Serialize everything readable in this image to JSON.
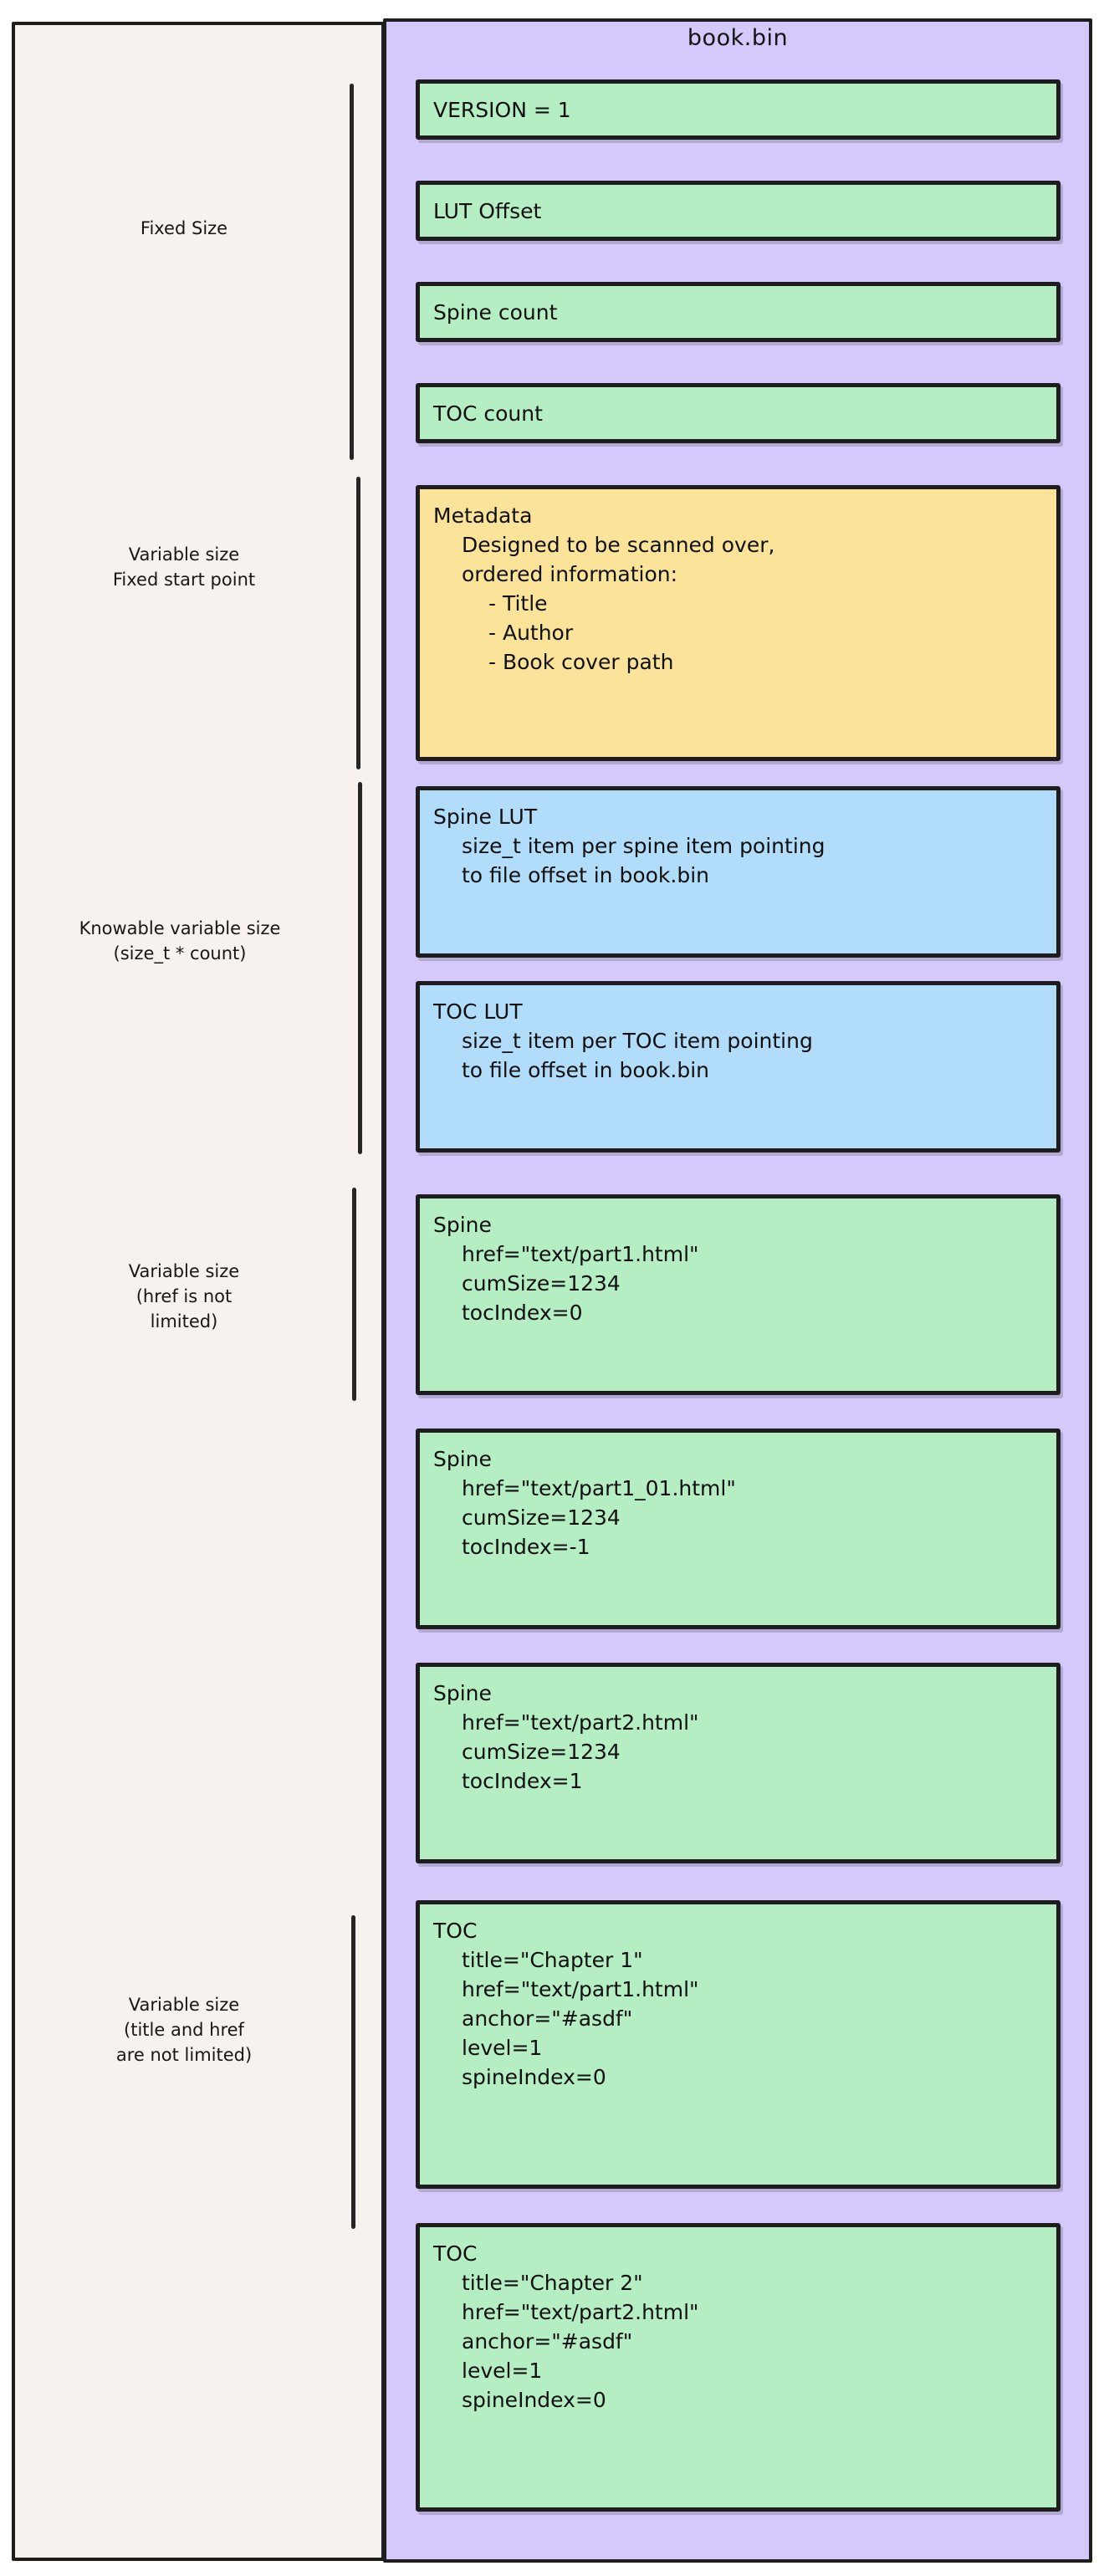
{
  "diagram": {
    "file_title": "book.bin",
    "colors": {
      "left_panel_bg": "#f7f2ed",
      "right_panel_bg": "#d5c8fb",
      "green_block": "#b6eec4",
      "yellow_block": "#fbe39a",
      "blue_block": "#b2ddfa",
      "stroke": "#1d1d1d"
    }
  },
  "sections": [
    {
      "label": "Fixed Size"
    },
    {
      "label": "Variable size\nFixed start point"
    },
    {
      "label": "Knowable variable size\n(size_t * count)"
    },
    {
      "label": "Variable size\n(href is not\nlimited)"
    },
    {
      "label": "Variable size\n(title and href\nare not limited)"
    }
  ],
  "blocks": [
    {
      "id": "version",
      "color": "green",
      "lines": [
        {
          "text": "VERSION = 1",
          "indent": 0
        }
      ]
    },
    {
      "id": "lut-offset",
      "color": "green",
      "lines": [
        {
          "text": "LUT Offset",
          "indent": 0
        }
      ]
    },
    {
      "id": "spine-count",
      "color": "green",
      "lines": [
        {
          "text": "Spine count",
          "indent": 0
        }
      ]
    },
    {
      "id": "toc-count",
      "color": "green",
      "lines": [
        {
          "text": "TOC count",
          "indent": 0
        }
      ]
    },
    {
      "id": "metadata",
      "color": "yellow",
      "lines": [
        {
          "text": "Metadata",
          "indent": 0
        },
        {
          "text": "Designed to be scanned over,",
          "indent": 1
        },
        {
          "text": "ordered information:",
          "indent": 1
        },
        {
          "text": "- Title",
          "indent": 2
        },
        {
          "text": "- Author",
          "indent": 2
        },
        {
          "text": "- Book cover path",
          "indent": 2
        }
      ]
    },
    {
      "id": "spine-lut",
      "color": "blue",
      "lines": [
        {
          "text": "Spine LUT",
          "indent": 0
        },
        {
          "text": "size_t item per spine item pointing",
          "indent": 1
        },
        {
          "text": "to file offset in book.bin",
          "indent": 1
        }
      ]
    },
    {
      "id": "toc-lut",
      "color": "blue",
      "lines": [
        {
          "text": "TOC LUT",
          "indent": 0
        },
        {
          "text": "size_t item per TOC item pointing",
          "indent": 1
        },
        {
          "text": "to file offset in book.bin",
          "indent": 1
        }
      ]
    },
    {
      "id": "spine-1",
      "color": "green",
      "lines": [
        {
          "text": "Spine",
          "indent": 0
        },
        {
          "text": "href=\"text/part1.html\"",
          "indent": 1
        },
        {
          "text": "cumSize=1234",
          "indent": 1
        },
        {
          "text": "tocIndex=0",
          "indent": 1
        }
      ]
    },
    {
      "id": "spine-2",
      "color": "green",
      "lines": [
        {
          "text": "Spine",
          "indent": 0
        },
        {
          "text": "href=\"text/part1_01.html\"",
          "indent": 1
        },
        {
          "text": "cumSize=1234",
          "indent": 1
        },
        {
          "text": "tocIndex=-1",
          "indent": 1
        }
      ]
    },
    {
      "id": "spine-3",
      "color": "green",
      "lines": [
        {
          "text": "Spine",
          "indent": 0
        },
        {
          "text": "href=\"text/part2.html\"",
          "indent": 1
        },
        {
          "text": "cumSize=1234",
          "indent": 1
        },
        {
          "text": "tocIndex=1",
          "indent": 1
        }
      ]
    },
    {
      "id": "toc-1",
      "color": "green",
      "lines": [
        {
          "text": "TOC",
          "indent": 0
        },
        {
          "text": "title=\"Chapter 1\"",
          "indent": 1
        },
        {
          "text": "href=\"text/part1.html\"",
          "indent": 1
        },
        {
          "text": "anchor=\"#asdf\"",
          "indent": 1
        },
        {
          "text": "level=1",
          "indent": 1
        },
        {
          "text": "spineIndex=0",
          "indent": 1
        }
      ]
    },
    {
      "id": "toc-2",
      "color": "green",
      "lines": [
        {
          "text": "TOC",
          "indent": 0
        },
        {
          "text": "title=\"Chapter 2\"",
          "indent": 1
        },
        {
          "text": "href=\"text/part2.html\"",
          "indent": 1
        },
        {
          "text": "anchor=\"#asdf\"",
          "indent": 1
        },
        {
          "text": "level=1",
          "indent": 1
        },
        {
          "text": "spineIndex=0",
          "indent": 1
        }
      ]
    }
  ]
}
